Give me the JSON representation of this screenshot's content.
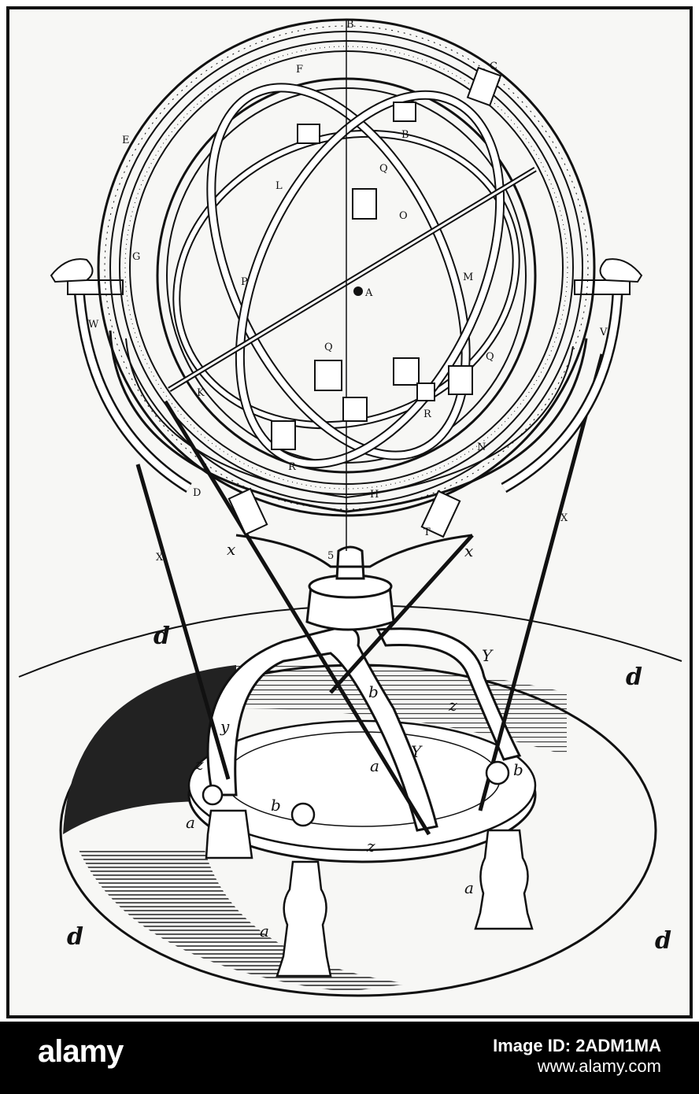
{
  "illustration": {
    "labels": {
      "B_top": "B",
      "B_inner": "B",
      "C": "C",
      "E": "E",
      "F": "F",
      "G": "G",
      "L": "L",
      "Q1": "Q",
      "O": "O",
      "P": "P",
      "A": "A",
      "M": "M",
      "Q2": "Q",
      "Q3": "Q",
      "K": "K",
      "R1": "R",
      "R2": "R",
      "N": "N",
      "D": "D",
      "H": "H",
      "T": "T",
      "V": "V",
      "W": "W",
      "X1": "X",
      "X2": "X",
      "x1": "x",
      "x2": "x",
      "five": "5",
      "d1": "d",
      "d2": "d",
      "d3": "d",
      "d4": "d",
      "Y1": "Y",
      "Y2": "Y",
      "y": "y",
      "b1": "b",
      "b2": "b",
      "b3": "b",
      "z1": "z",
      "z2": "z",
      "z3": "z",
      "a1": "a",
      "a2": "a",
      "a3": "a",
      "a4": "a"
    }
  },
  "watermark": {
    "brand": "alamy",
    "image_id": "Image ID: 2ADM1MA",
    "site": "www.alamy.com"
  }
}
